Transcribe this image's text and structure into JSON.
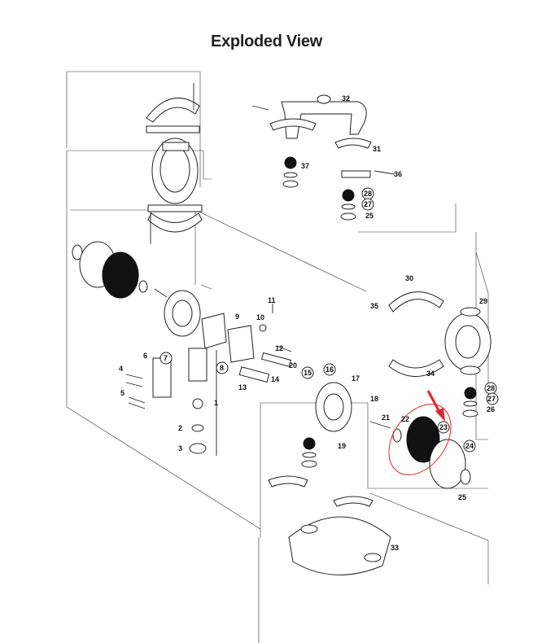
{
  "title": "Exploded View",
  "highlight_color": "#d9262c",
  "highlighted_part": "23",
  "callouts": {
    "c1": "1",
    "c2": "2",
    "c3": "3",
    "c4": "4",
    "c5": "5",
    "c6": "6",
    "c7": "7",
    "c8": "8",
    "c9": "9",
    "c10": "10",
    "c11": "11",
    "c12": "12",
    "c13": "13",
    "c14": "14",
    "c15": "15",
    "c16": "16",
    "c17": "17",
    "c18": "18",
    "c19": "19",
    "c20": "20",
    "c21": "21",
    "c22": "22",
    "c23": "23",
    "c24": "24",
    "c25a": "25",
    "c25b": "25",
    "c26": "26",
    "c27a": "27",
    "c27b": "27",
    "c28a": "28",
    "c28b": "28",
    "c29": "29",
    "c30": "30",
    "c31": "31",
    "c32": "32",
    "c33": "33",
    "c34": "34",
    "c35": "35",
    "c36": "36",
    "c37": "37"
  }
}
